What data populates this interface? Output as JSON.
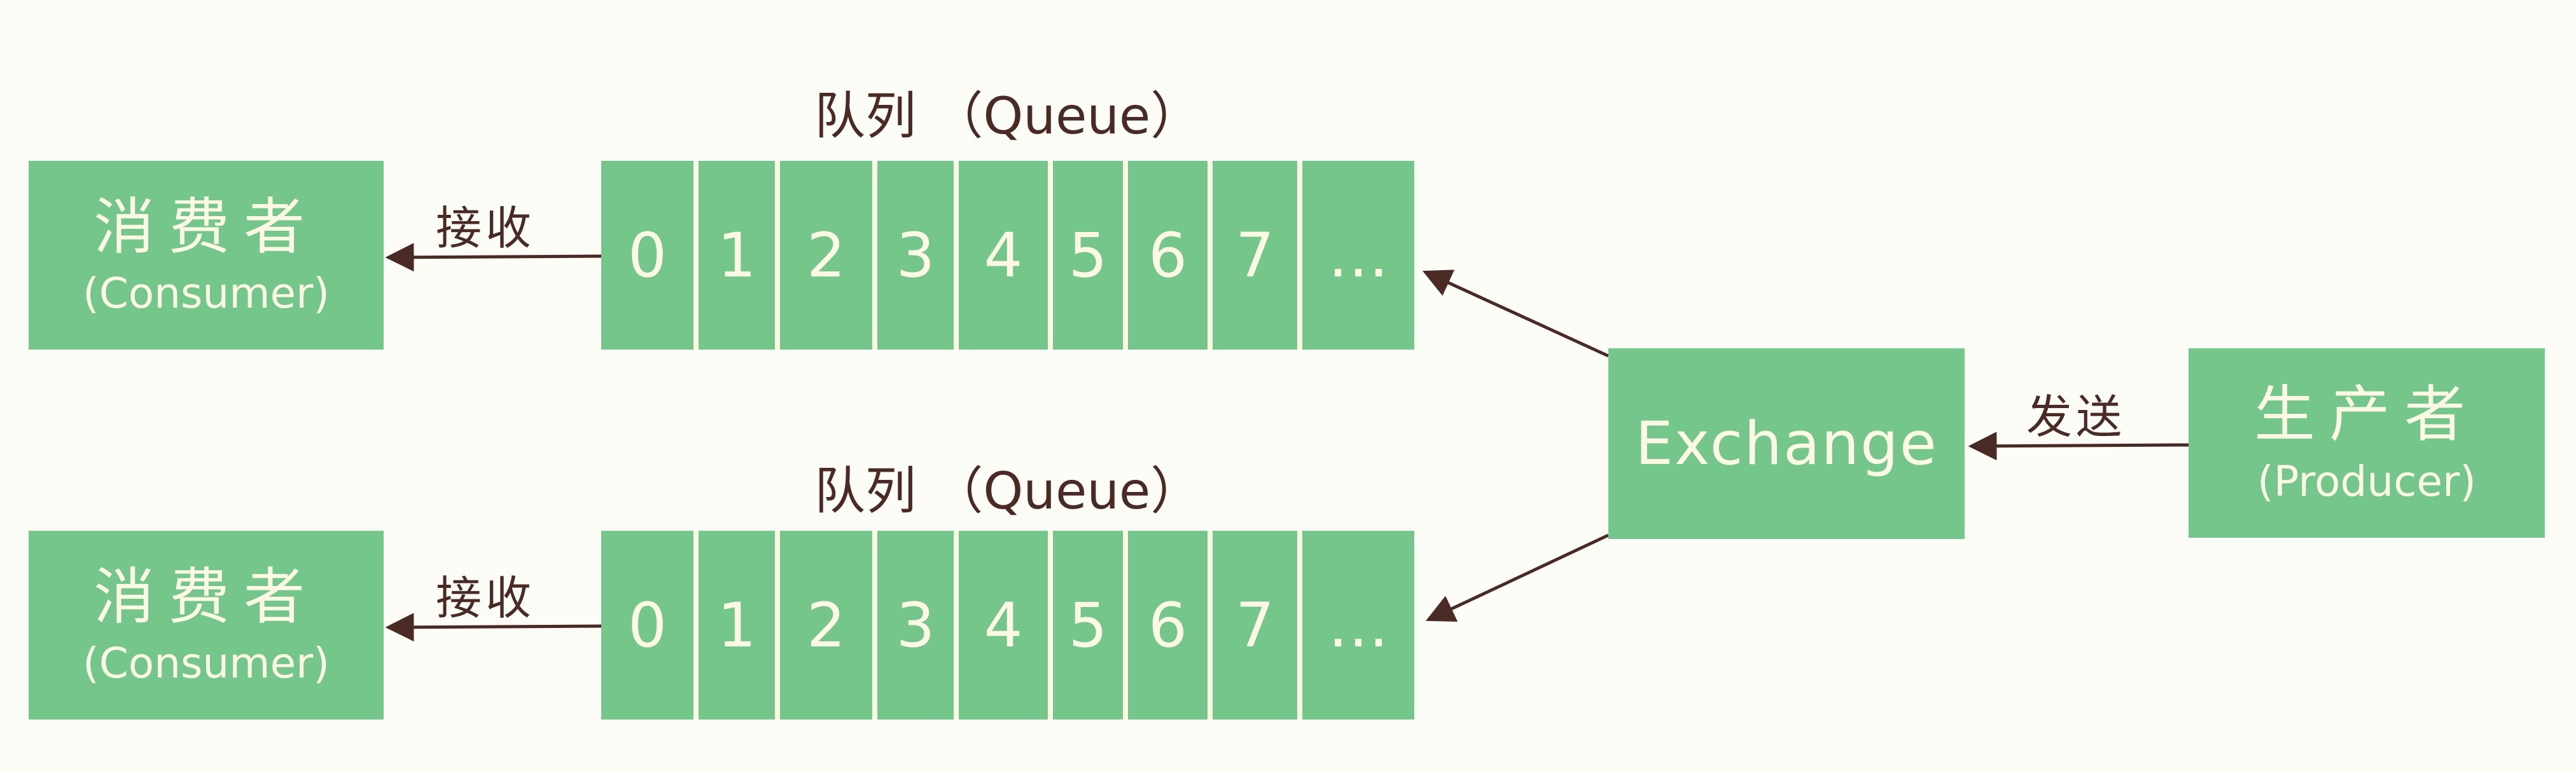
{
  "colors": {
    "box_fill": "#74c68b",
    "text_light": "#fdf8e4",
    "ink": "#4a2a24",
    "background": "#fdfdf8"
  },
  "consumers": [
    {
      "title": "消费者",
      "subtitle": "(Consumer)"
    },
    {
      "title": "消费者",
      "subtitle": "(Consumer)"
    }
  ],
  "queues": [
    {
      "title": "队列 （Queue）",
      "cells": [
        "0",
        "1",
        "2",
        "3",
        "4",
        "5",
        "6",
        "7",
        "…"
      ]
    },
    {
      "title": "队列 （Queue）",
      "cells": [
        "0",
        "1",
        "2",
        "3",
        "4",
        "5",
        "6",
        "7",
        "…"
      ]
    }
  ],
  "receive_labels": [
    "接收",
    "接收"
  ],
  "exchange": {
    "label": "Exchange"
  },
  "send_label": "发送",
  "producer": {
    "title": "生产者",
    "subtitle": "(Producer)"
  }
}
